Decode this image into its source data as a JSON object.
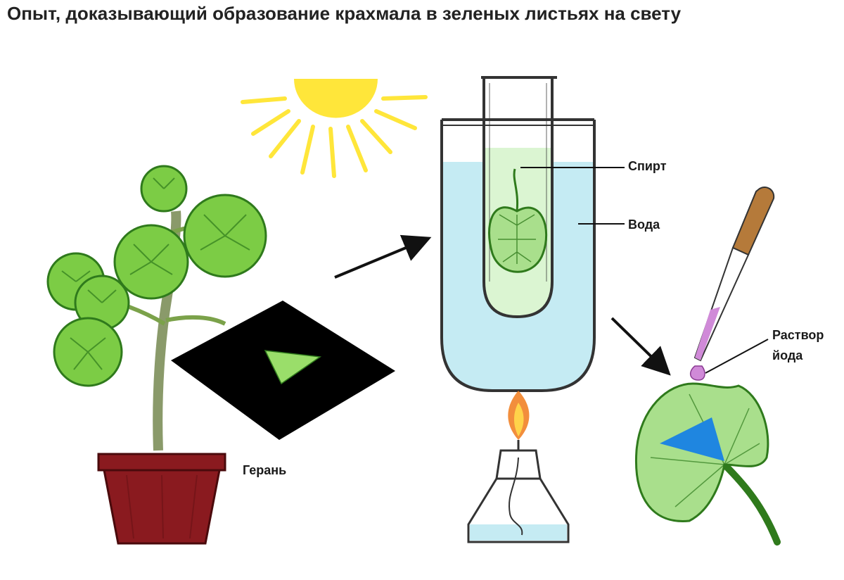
{
  "title": "Опыт, доказывающий образование крахмала в зеленых листьях на свету",
  "labels": {
    "spirt": "Спирт",
    "voda": "Вода",
    "iod_line1": "Раствор",
    "iod_line2": "йода",
    "geran": "Герань"
  },
  "colors": {
    "leaf": "#7ccc45",
    "leaf_dark": "#2f7a1c",
    "water": "#c5ebf3",
    "alcohol": "#dbf5d2",
    "sun": "#ffe63a",
    "pot": "#8a1a1f",
    "mask": "#000000",
    "iodine": "#d08ad8",
    "starch_stain": "#1f86e0",
    "flame": "#f07a1a"
  }
}
